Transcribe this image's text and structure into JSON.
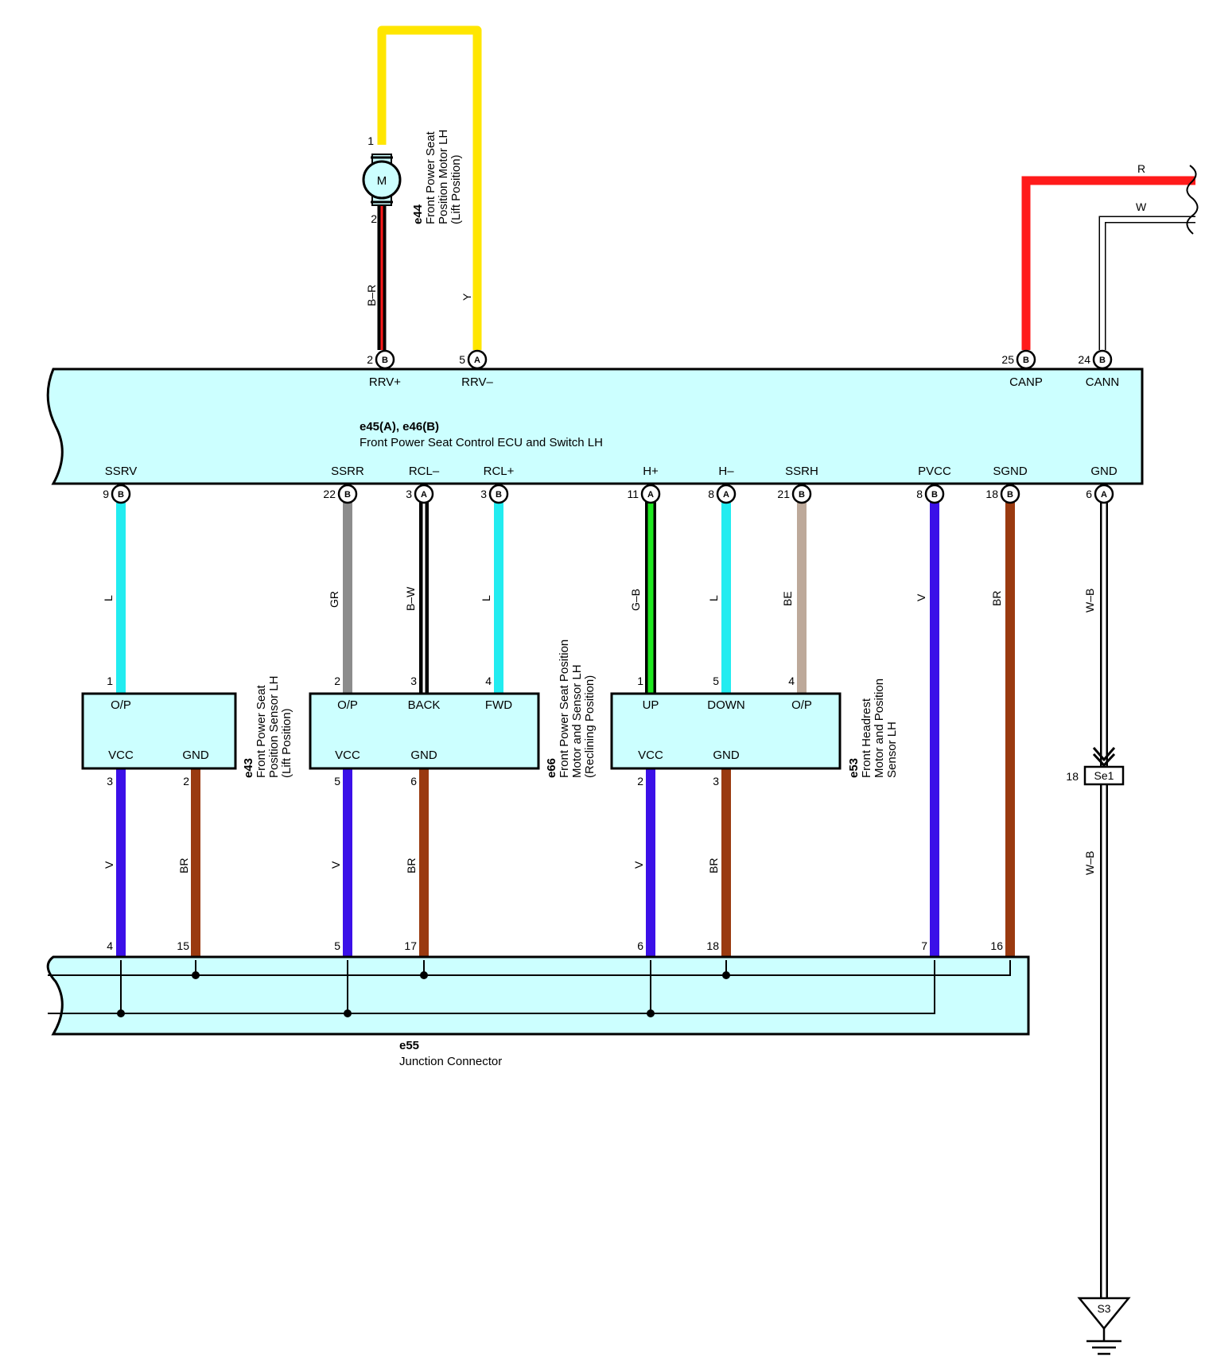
{
  "colors": {
    "box_fill": "#ccffff",
    "yellow": "#ffe600",
    "red": "#ff1a1a",
    "cyan": "#22ecf0",
    "gray": "#8c8c8c",
    "black": "#000000",
    "green": "#1ee81e",
    "beige": "#bda99a",
    "violet": "#3b10e8",
    "brown": "#9a3a10",
    "white": "#ffffff"
  },
  "motor": {
    "symbol": "M",
    "code": "e44",
    "name_lines": [
      "Front Power Seat",
      "Position Motor LH",
      "(Lift Position)"
    ],
    "pin_top": "1",
    "pin_bottom": "2"
  },
  "top_wires": {
    "rrv_plus_code": "B–R",
    "rrv_minus_code": "Y",
    "canp_code": "R",
    "cann_code": "W"
  },
  "ecu": {
    "code": "e45(A), e46(B)",
    "name": "Front Power Seat Control ECU and Switch LH",
    "top_pins": [
      {
        "num": "2",
        "conn": "B",
        "label": "RRV+"
      },
      {
        "num": "5",
        "conn": "A",
        "label": "RRV–"
      },
      {
        "num": "25",
        "conn": "B",
        "label": "CANP"
      },
      {
        "num": "24",
        "conn": "B",
        "label": "CANN"
      }
    ],
    "bottom_pins": [
      {
        "num": "9",
        "conn": "B",
        "label": "SSRV",
        "wire": "L"
      },
      {
        "num": "22",
        "conn": "B",
        "label": "SSRR",
        "wire": "GR"
      },
      {
        "num": "3",
        "conn": "A",
        "label": "RCL–",
        "wire": "B–W"
      },
      {
        "num": "3",
        "conn": "B",
        "label": "RCL+",
        "wire": "L"
      },
      {
        "num": "11",
        "conn": "A",
        "label": "H+",
        "wire": "G–B"
      },
      {
        "num": "8",
        "conn": "A",
        "label": "H–",
        "wire": "L"
      },
      {
        "num": "21",
        "conn": "B",
        "label": "SSRH",
        "wire": "BE"
      },
      {
        "num": "8",
        "conn": "B",
        "label": "PVCC",
        "wire": "V"
      },
      {
        "num": "18",
        "conn": "B",
        "label": "SGND",
        "wire": "BR"
      },
      {
        "num": "6",
        "conn": "A",
        "label": "GND",
        "wire": "W–B"
      }
    ]
  },
  "sensors": [
    {
      "code": "e43",
      "name_lines": [
        "Front Power Seat",
        "Position Sensor LH",
        "(Lift Position)"
      ],
      "top": [
        {
          "pin": "1",
          "label": "O/P"
        }
      ],
      "bottom": [
        {
          "pin": "3",
          "label": "VCC",
          "wire": "V"
        },
        {
          "pin": "2",
          "label": "GND",
          "wire": "BR"
        }
      ]
    },
    {
      "code": "e66",
      "name_lines": [
        "Front Power Seat Position",
        "Motor and Sensor LH",
        "(Reclining Position)"
      ],
      "top": [
        {
          "pin": "2",
          "label": "O/P"
        },
        {
          "pin": "3",
          "label": "BACK"
        },
        {
          "pin": "4",
          "label": "FWD"
        }
      ],
      "bottom": [
        {
          "pin": "5",
          "label": "VCC",
          "wire": "V"
        },
        {
          "pin": "6",
          "label": "GND",
          "wire": "BR"
        }
      ]
    },
    {
      "code": "e53",
      "name_lines": [
        "Front Headrest",
        "Motor and Position",
        "Sensor LH"
      ],
      "top": [
        {
          "pin": "1",
          "label": "UP"
        },
        {
          "pin": "5",
          "label": "DOWN"
        },
        {
          "pin": "4",
          "label": "O/P"
        }
      ],
      "bottom": [
        {
          "pin": "2",
          "label": "VCC",
          "wire": "V"
        },
        {
          "pin": "3",
          "label": "GND",
          "wire": "BR"
        }
      ]
    }
  ],
  "junction": {
    "code": "e55",
    "name": "Junction Connector",
    "pins": [
      "4",
      "15",
      "5",
      "17",
      "6",
      "18",
      "7",
      "16"
    ]
  },
  "splice": {
    "label": "Se1",
    "pin": "18",
    "wire_below": "W–B"
  },
  "ground": {
    "label": "S3"
  }
}
